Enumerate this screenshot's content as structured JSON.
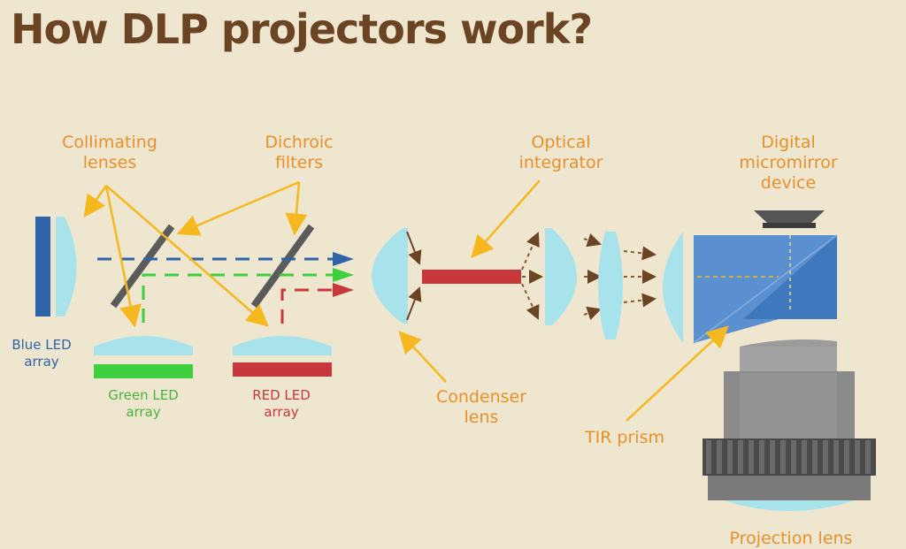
{
  "title": "How DLP projectors work?",
  "labels": {
    "collimating": "Collimating\nlenses",
    "dichroic": "Dichroic\nfilters",
    "optical_integrator": "Optical\nintegrator",
    "dmd": "Digital\nmicromirror\ndevice",
    "blue_led": "Blue LED\narray",
    "green_led": "Green LED\narray",
    "red_led": "RED LED\narray",
    "condenser": "Condenser\nlens",
    "tir_prism": "TIR prism",
    "projection_lens": "Projection lens"
  },
  "colors": {
    "title": "#6b4423",
    "label_orange": "#e8902a",
    "blue_led": "#2e64a8",
    "green_led": "#3ecf3e",
    "red_led": "#c8383a",
    "lens": "#a8e3ec",
    "background": "#efe6d0"
  }
}
